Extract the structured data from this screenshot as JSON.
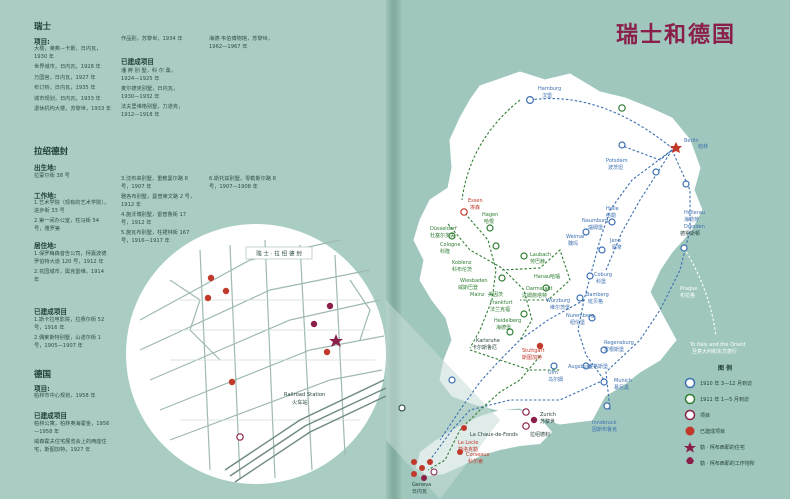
{
  "title": "瑞士和德国",
  "left": {
    "switzerland": {
      "heading": "瑞士",
      "projects_label": "项目:",
      "projects": [
        "大楼，莱弗－卡斯，日内瓦，1930 年",
        "世界城市，日内瓦，1928 年",
        "万国宫，日内瓦，1927 年",
        "布订桥，日内瓦，1935 年",
        "城市规划，日内瓦，1933 年",
        "退休机构大楼，苏黎世，1933 年"
      ],
      "col2_a": "作品别，苏黎世，1934 年",
      "built_label": "已建成项目",
      "built": [
        "潘 孵 别 墅，科 尔 桑，1924—1925 年",
        "麦尔德克别墅，日内瓦，1930—1932 年",
        "法夫里维格别墅，力道克，1912—1918 年"
      ],
      "col3_a": "海德·韦伯博物馆，苏黎世，1962—1967 年"
    },
    "lcf": {
      "heading": "拉绍德封",
      "birth_label": "出生地:",
      "birth": "拉蒙尔街 38 号",
      "work_label": "工作地:",
      "work": [
        "1.艺术学院（现有的艺术学院），进步街 33 号",
        "2.第一间办公室，柱马街 54 号，雅罗第"
      ],
      "residence_label": "居住地:",
      "residence": [
        "1.保罗梅森音告公司，柯嘉波德罗伯特大道 120 号，1912 年",
        "2.花园城市，属克雷维，1914 年"
      ],
      "built_label": "已建成项目",
      "built": [
        "1.斯卡拉电影院，拉赛尔街 52 号，1916 年",
        "2.偶莱斯特别墅，山诺尔街 1 号，1905—1907 年"
      ],
      "col2": [
        "3.沈布来别墅，重教曼尔路 8 号，1907 年",
        "4.施沃博别墅，雷普鲁街 17 号，1912 年",
        "5.施瓦布别墅，柱裙林街 167 号，1916—1917 年"
      ],
      "col2b": "雅各布别墅，曼普莱文路 2 号，1912 年",
      "col3": "6.斯托兹别墅，零勒斯尔路 8 号，1907—1908 年"
    },
    "germany": {
      "heading": "德国",
      "projects_label": "项目:",
      "projects": "柏林市中心规划，1958 年",
      "built_label": "已建成项目",
      "built": [
        "柏林公寓，柏林奥海霍金，1956—1958 年",
        "威森霍夫住宅展览会上的两座住宅，斯图加特，1927 年"
      ]
    },
    "inset": {
      "label": "瑞 士 · 拉 绍 德 封",
      "station": "Railroad Station",
      "station_cn": "火车站"
    }
  },
  "map": {
    "cities": [
      {
        "name": "Hamburg",
        "cn": "汉堡",
        "color": "#3b6fb0"
      },
      {
        "name": "Berlin",
        "cn": "柏林",
        "color": "#3b6fb0"
      },
      {
        "name": "Potsdam",
        "cn": "波茨坦",
        "color": "#3b6fb0"
      },
      {
        "name": "Essen",
        "cn": "埃森",
        "color": "#c0392b"
      },
      {
        "name": "Hagen",
        "cn": "哈根",
        "color": "#2e7d32"
      },
      {
        "name": "Düsseldorf",
        "cn": "杜塞尔多夫",
        "color": "#2e7d32"
      },
      {
        "name": "Cologne",
        "cn": "科隆",
        "color": "#2e7d32"
      },
      {
        "name": "Koblenz",
        "cn": "科布伦茨",
        "color": "#2e7d32"
      },
      {
        "name": "Halle",
        "cn": "哈勒",
        "color": "#3b6fb0"
      },
      {
        "name": "Naumburg",
        "cn": "瑙姆堡",
        "color": "#3b6fb0"
      },
      {
        "name": "Weimar",
        "cn": "魏玛",
        "color": "#3b6fb0"
      },
      {
        "name": "Jena",
        "cn": "耶拿",
        "color": "#3b6fb0"
      },
      {
        "name": "Hellerau",
        "cn": "海勒劳",
        "color": "#3b6fb0"
      },
      {
        "name": "Dresden",
        "cn": "德累斯顿",
        "color": "#3b6fb0"
      },
      {
        "name": "Laubach",
        "cn": "劳巴赫",
        "color": "#2e7d32"
      },
      {
        "name": "Wiesbaden",
        "cn": "威斯巴登",
        "color": "#2e7d32"
      },
      {
        "name": "Mainz",
        "cn": "美因茨",
        "color": "#2e7d32"
      },
      {
        "name": "Hanau",
        "cn": "哈瑙",
        "color": "#2e7d32"
      },
      {
        "name": "Darmstadt",
        "cn": "达姆施塔特",
        "color": "#2e7d32"
      },
      {
        "name": "Frankfurt",
        "cn": "法兰克福",
        "color": "#2e7d32"
      },
      {
        "name": "Würzburg",
        "cn": "维尔茨堡",
        "color": "#3b6fb0"
      },
      {
        "name": "Coburg",
        "cn": "科堡",
        "color": "#3b6fb0"
      },
      {
        "name": "Bamberg",
        "cn": "班贝格",
        "color": "#3b6fb0"
      },
      {
        "name": "Nuremberg",
        "cn": "纽伦堡",
        "color": "#3b6fb0"
      },
      {
        "name": "Heidelberg",
        "cn": "海德堡",
        "color": "#2e7d32"
      },
      {
        "name": "Karlsruhe",
        "cn": "卡尔斯鲁厄",
        "color": "#2e7d32"
      },
      {
        "name": "Stuttgart",
        "cn": "斯图加特",
        "color": "#c0392b"
      },
      {
        "name": "Ulm",
        "cn": "乌尔姆",
        "color": "#3b6fb0"
      },
      {
        "name": "Augsburg",
        "cn": "奥格斯堡",
        "color": "#3b6fb0"
      },
      {
        "name": "Regensburg",
        "cn": "雷根斯堡",
        "color": "#3b6fb0"
      },
      {
        "name": "Munich",
        "cn": "慕尼黑",
        "color": "#3b6fb0"
      },
      {
        "name": "Innsbruck",
        "cn": "因斯布鲁克",
        "color": "#3b6fb0"
      },
      {
        "name": "Zurich",
        "cn": "苏黎世",
        "color": "#1f3d38"
      },
      {
        "name": "La Chaux-de-Fonds",
        "cn": "拉绍德封",
        "color": "#1f3d38"
      },
      {
        "name": "Le Locle",
        "cn": "勒洛克勒",
        "color": "#c0392b"
      },
      {
        "name": "Corseaux",
        "cn": "科尔索",
        "color": "#c0392b"
      },
      {
        "name": "Geneva",
        "cn": "日内瓦",
        "color": "#1f3d38"
      },
      {
        "name": "Prague",
        "cn": "布拉格",
        "color": "#ffffff"
      }
    ],
    "note_en": "To Italy and the Orient",
    "note_cn": "至意大利和东方旅行",
    "legend": {
      "title": "图 例",
      "items": [
        {
          "label": "1910 年 3—12 月到访",
          "color": "#3b6fb0"
        },
        {
          "label": "1911 年 1—5 月到访",
          "color": "#2e7d32"
        },
        {
          "label": "项目",
          "color": "#8a1f4a"
        },
        {
          "label": "已建成项目",
          "color": "#c0392b"
        },
        {
          "label": "勒 · 柯布西耶的住宅",
          "color": "#8a1f4a"
        },
        {
          "label": "勒 · 柯布西耶的工作地所",
          "color": "#8a1f4a"
        }
      ]
    }
  }
}
